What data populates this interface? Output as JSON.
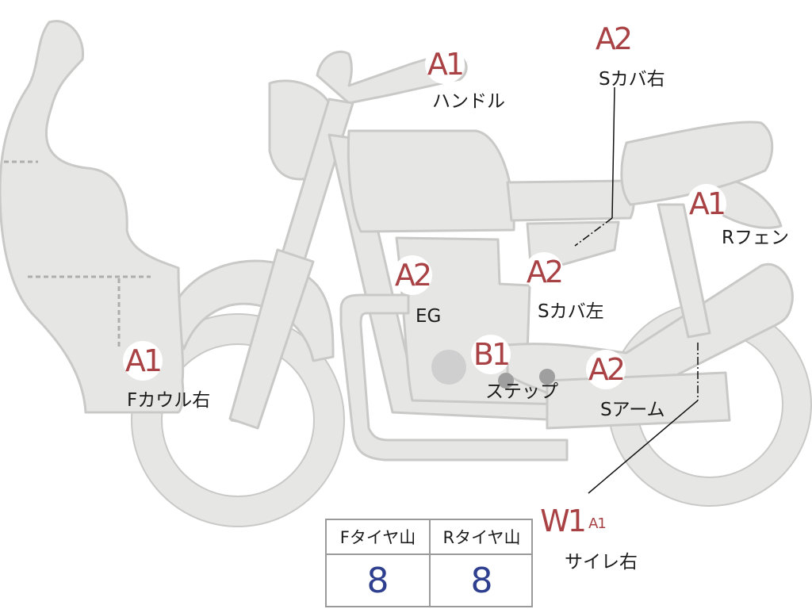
{
  "parts": [
    {
      "id": "handle",
      "code": "A1",
      "label": "ハンドル"
    },
    {
      "id": "side-cover-right",
      "code": "A2",
      "label": "Sカバ右"
    },
    {
      "id": "rear-fender",
      "code": "A1",
      "label": "Rフェン"
    },
    {
      "id": "engine",
      "code": "A2",
      "label": "EG"
    },
    {
      "id": "side-cover-left",
      "code": "A2",
      "label": "Sカバ左"
    },
    {
      "id": "step",
      "code": "B1",
      "label": "ステップ"
    },
    {
      "id": "swing-arm",
      "code": "A2",
      "label": "Sアーム"
    },
    {
      "id": "front-cowl-right",
      "code": "A1",
      "label": "Fカウル右"
    },
    {
      "id": "silencer-right",
      "code": "W1",
      "code2": "A1",
      "label": "サイレ右"
    }
  ],
  "tire_table": {
    "front_header": "Fタイヤ山",
    "rear_header": "Rタイヤ山",
    "front_value": "8",
    "rear_value": "8"
  },
  "colors": {
    "body_fill": "#e6e6e4",
    "body_stroke": "#c8c8c6",
    "code_text": "#a94244",
    "value_text": "#2e3f8f"
  }
}
